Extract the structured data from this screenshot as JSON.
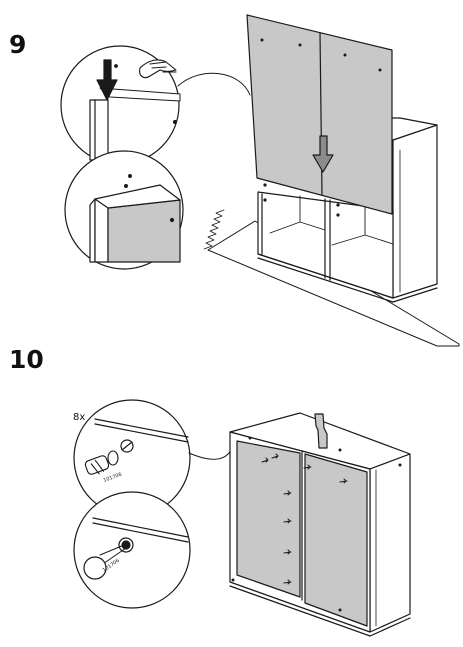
{
  "steps": [
    {
      "number": "9"
    },
    {
      "number": "10",
      "quantity": "8x",
      "part_number": "101706"
    }
  ],
  "colors": {
    "line": "#1a1a1a",
    "panel_gray": "#c8c8c8",
    "arrow_gray": "#8c8c8c",
    "background": "#ffffff"
  },
  "icons": [
    "press-hand-icon",
    "down-arrow-icon",
    "dowel-icon"
  ]
}
